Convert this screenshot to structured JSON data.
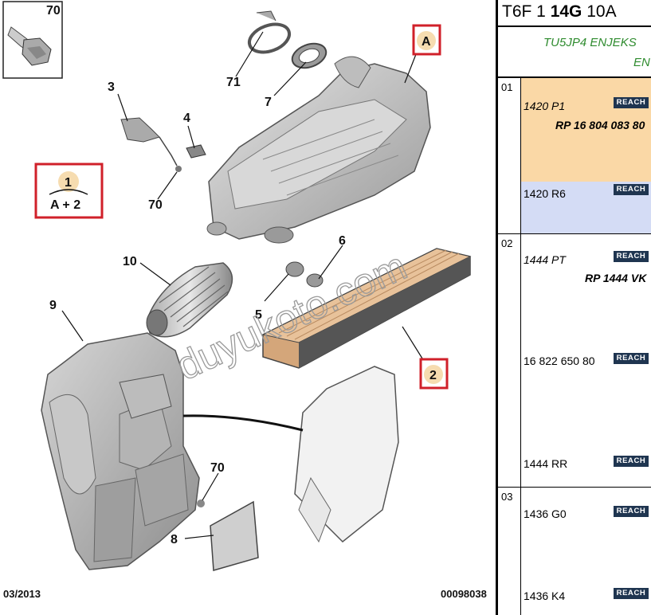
{
  "diagram": {
    "callouts": {
      "c70a": "70",
      "c3": "3",
      "c4": "4",
      "c70b": "70",
      "c71": "71",
      "c7": "7",
      "c10": "10",
      "c9": "9",
      "c5": "5",
      "c6": "6",
      "c70c": "70",
      "c8": "8",
      "cA": "A",
      "c2": "2",
      "c1": "1",
      "c1sub": "A + 2"
    },
    "watermark": "duyukoto.com",
    "date_code": "03/2013",
    "drawing_number": "00098038"
  },
  "panel": {
    "header": {
      "pre": "T6F 1 ",
      "bold": "14G",
      "post": " 10A"
    },
    "engine_line1": "TU5JP4 ENJEKS",
    "engine_line2": "EN",
    "groups": [
      {
        "number": "01",
        "rows": [
          {
            "part": "1420 P1",
            "badge": "REACH",
            "ref": "RP 16 804 083 80",
            "bg": "#fad8a6"
          },
          {
            "part": "1420 R6",
            "badge": "REACH",
            "bg": "#d4dcf5"
          }
        ]
      },
      {
        "number": "02",
        "rows": [
          {
            "part": "1444 PT",
            "badge": "REACH",
            "ref": "RP 1444 VK"
          },
          {
            "part": "16 822 650 80",
            "badge": "REACH"
          },
          {
            "part": "1444 RR",
            "badge": "REACH"
          }
        ]
      },
      {
        "number": "03",
        "rows": [
          {
            "part": "1436 G0",
            "badge": "REACH"
          },
          {
            "part": "1436 K4",
            "badge": "REACH"
          }
        ]
      }
    ]
  },
  "colors": {
    "callout_box": "#d0202a",
    "highlight_orange": "#fad8a6",
    "highlight_blue": "#d4dcf5",
    "engine_text": "#2e8b2e",
    "reach_badge": "#1f3550"
  }
}
